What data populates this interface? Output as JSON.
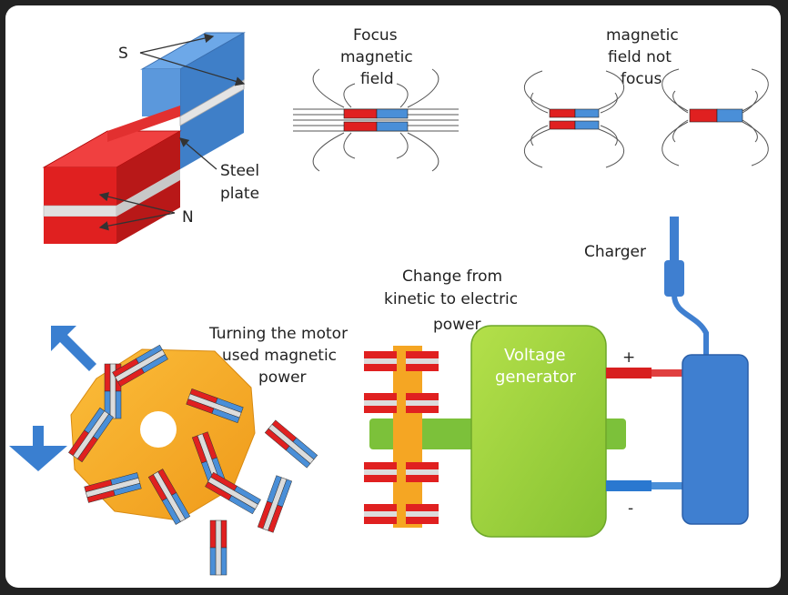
{
  "labels": {
    "s_pole": "S",
    "n_pole": "N",
    "steel_plate_line1": "Steel",
    "steel_plate_line2": "plate",
    "focus_line1": "Focus",
    "focus_line2": "magnetic",
    "focus_line3": "field",
    "not_focus_line1": "magnetic",
    "not_focus_line2": "field not",
    "not_focus_line3": "focus",
    "charger": "Charger",
    "change_line1": "Change from",
    "change_line2": "kinetic to electric",
    "change_line3": "power",
    "turning_line1": "Turning the motor",
    "turning_line2": "used magnetic",
    "turning_line3": "power",
    "generator_line1": "Voltage",
    "generator_line2": "generator",
    "plus": "+",
    "minus": "-"
  },
  "colors": {
    "magnet_red": "#e02020",
    "magnet_blue": "#4a8fd8",
    "steel": "#dcdcdc",
    "rotor_orange": "#f5a623",
    "generator_green": "#9ad13c",
    "shaft_green": "#7cc13a",
    "charger_blue": "#3f7fd0",
    "arrow_blue": "#3a7fd0",
    "wire_red": "#d82020",
    "wire_blue": "#2a78d0"
  }
}
